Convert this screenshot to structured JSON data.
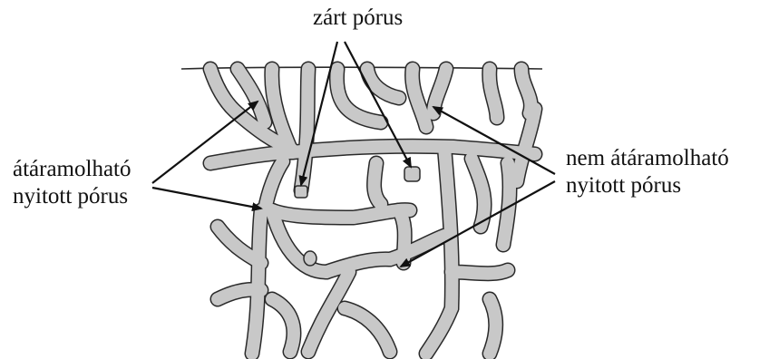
{
  "labels": {
    "closed_pore": "zárt pórus",
    "flow_through_open_pore_line1": "átáramolható",
    "flow_through_open_pore_line2": "nyitott pórus",
    "non_flow_open_pore_line1": "nem átáramolható",
    "non_flow_open_pore_line2": "nyitott pórus"
  },
  "colors": {
    "pore": "#c8c8c8",
    "outline": "#2a2a2a",
    "arrow": "#111111",
    "background": "#ffffff"
  }
}
